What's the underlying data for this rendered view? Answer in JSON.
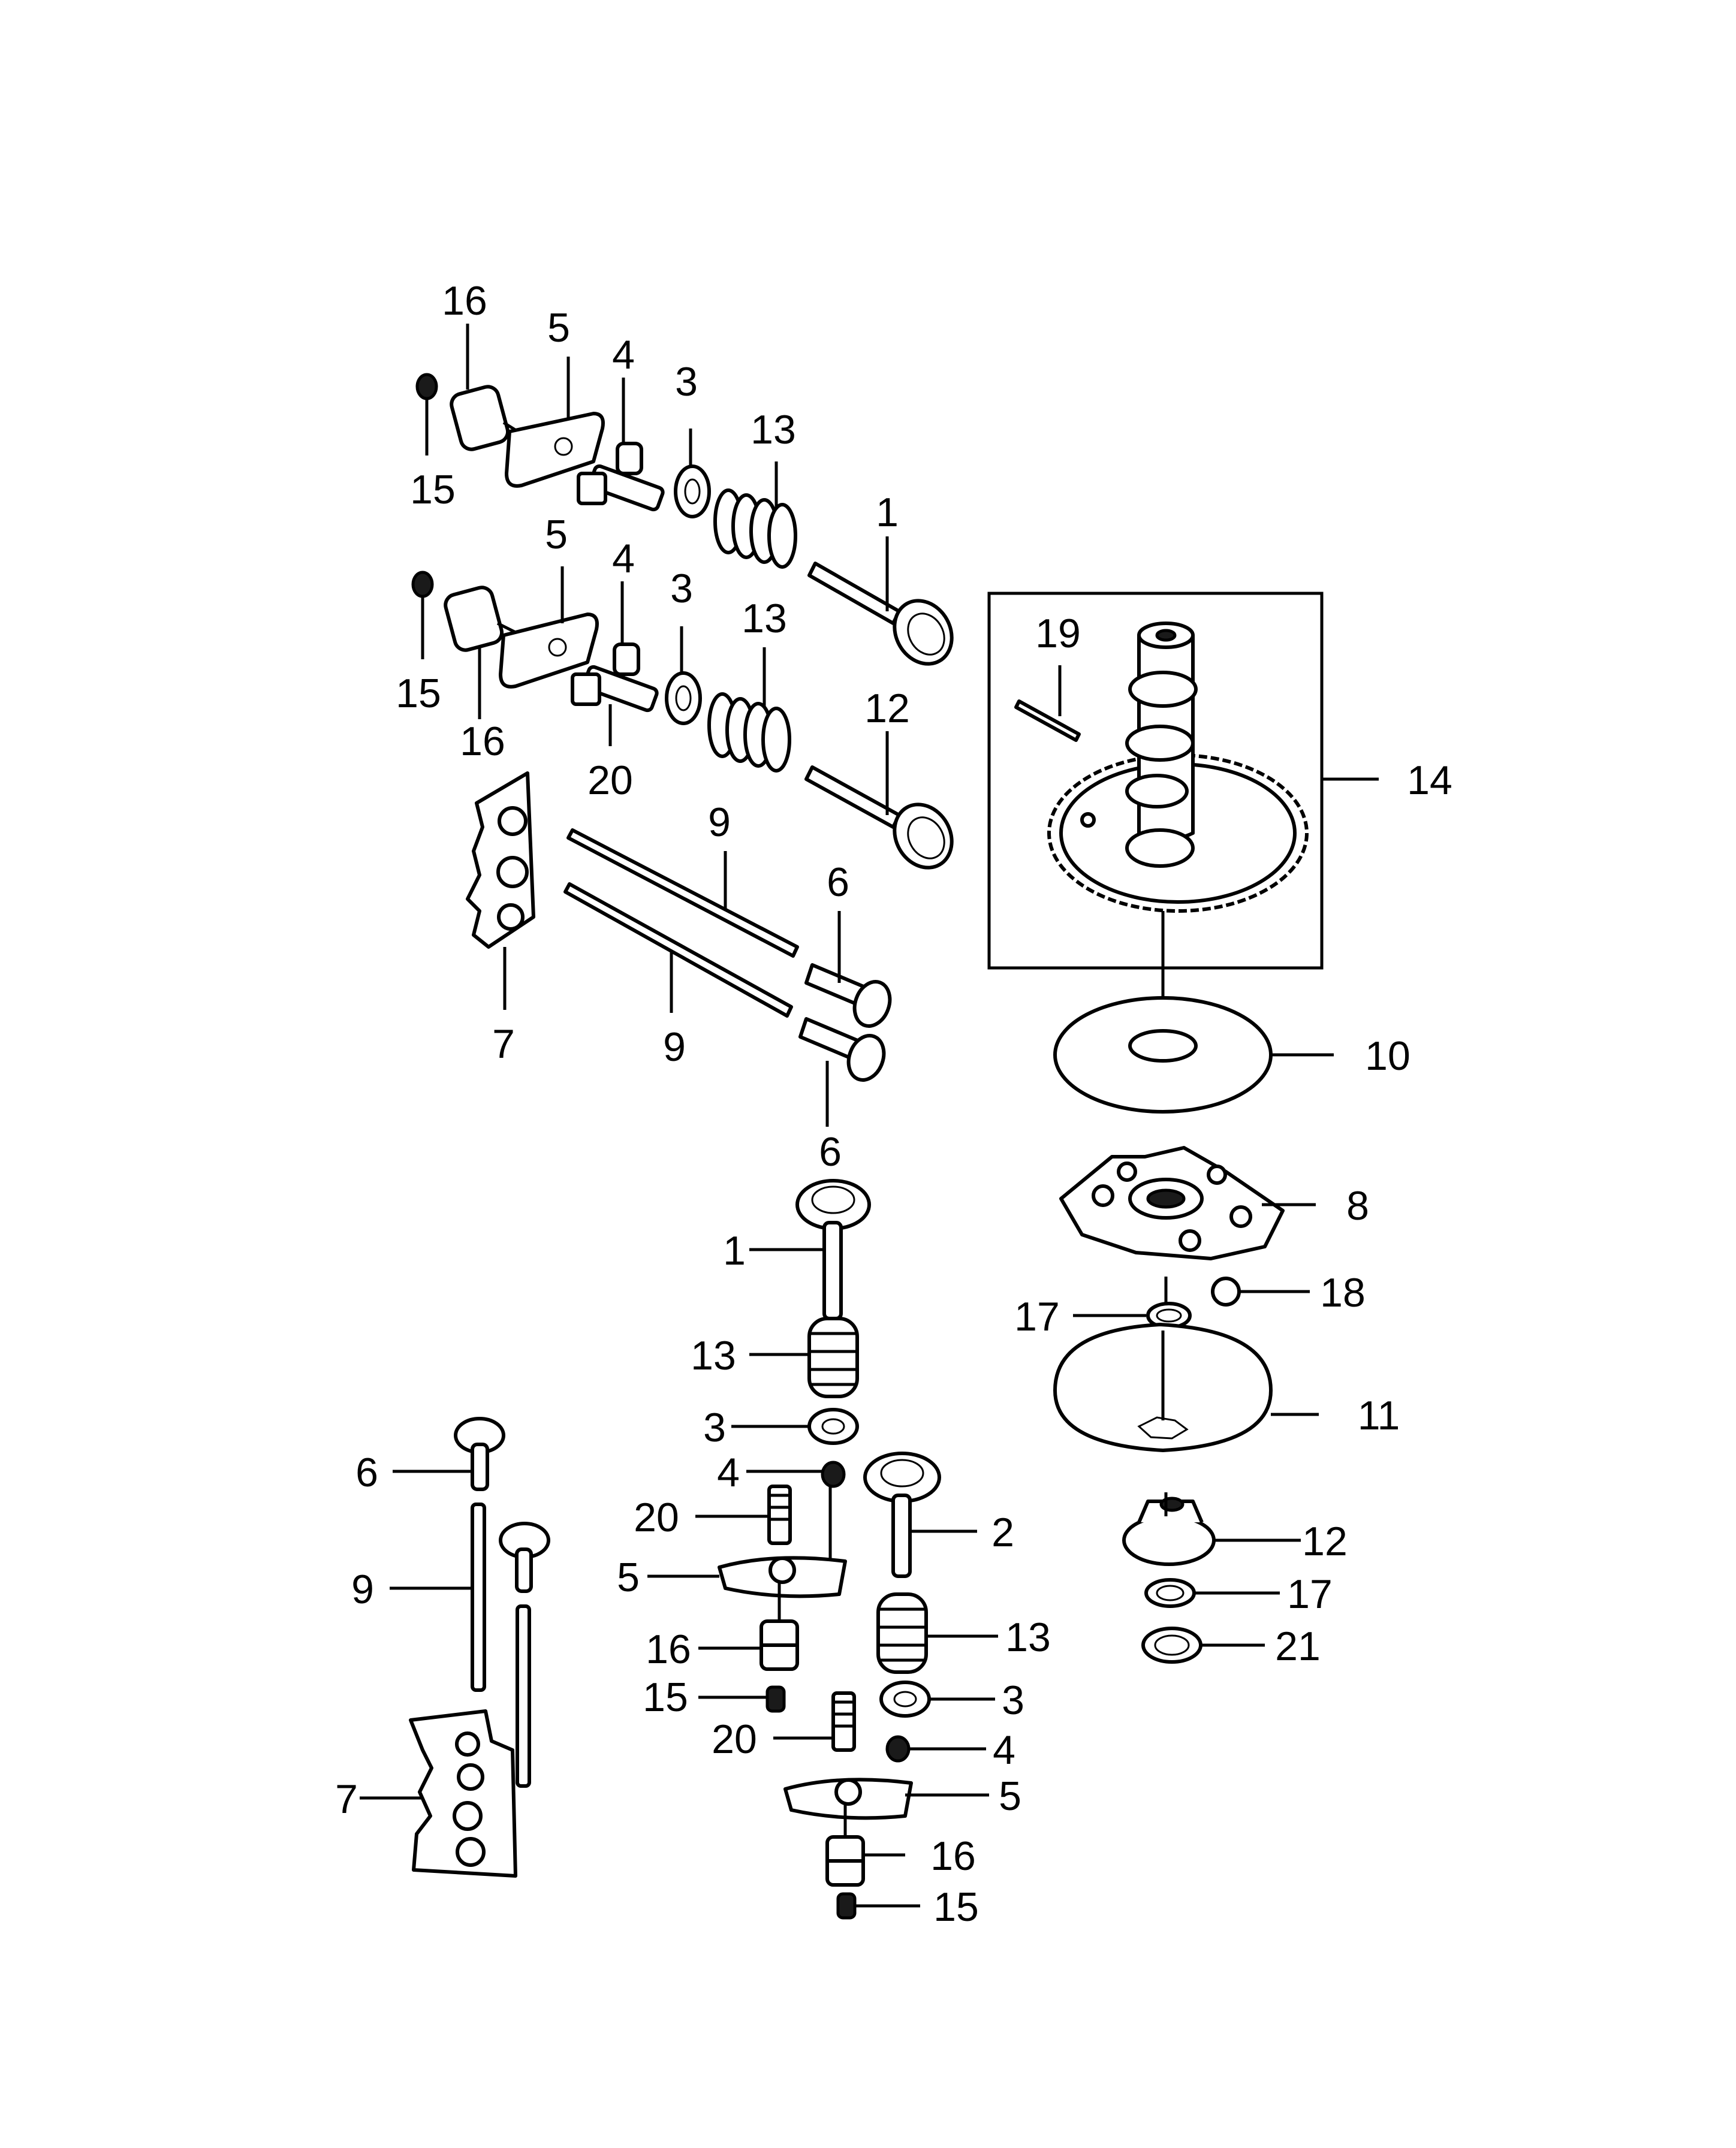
{
  "callouts": {
    "t16": "16",
    "t5": "5",
    "t4": "4",
    "t3": "3",
    "t13": "13",
    "t1": "1",
    "t15": "15",
    "m5": "5",
    "m4": "4",
    "m3": "3",
    "m13": "13",
    "m15": "15",
    "m16": "16",
    "m20": "20",
    "m12": "12",
    "r19": "19",
    "r14": "14",
    "r10": "10",
    "r8": "8",
    "r18": "18",
    "r17": "17",
    "r11": "11",
    "r12": "12",
    "r17b": "17",
    "r21": "21",
    "p9a": "9",
    "p6a": "6",
    "p7": "7",
    "p9b": "9",
    "p6b": "6",
    "c1": "1",
    "c13": "13",
    "c3": "3",
    "c4": "4",
    "c20": "20",
    "c5": "5",
    "c16": "16",
    "c15": "15",
    "d2": "2",
    "d13": "13",
    "d3": "3",
    "d20": "20",
    "d4": "4",
    "d5": "5",
    "d16": "16",
    "d15": "15",
    "l6": "6",
    "l9": "9",
    "l7": "7"
  }
}
